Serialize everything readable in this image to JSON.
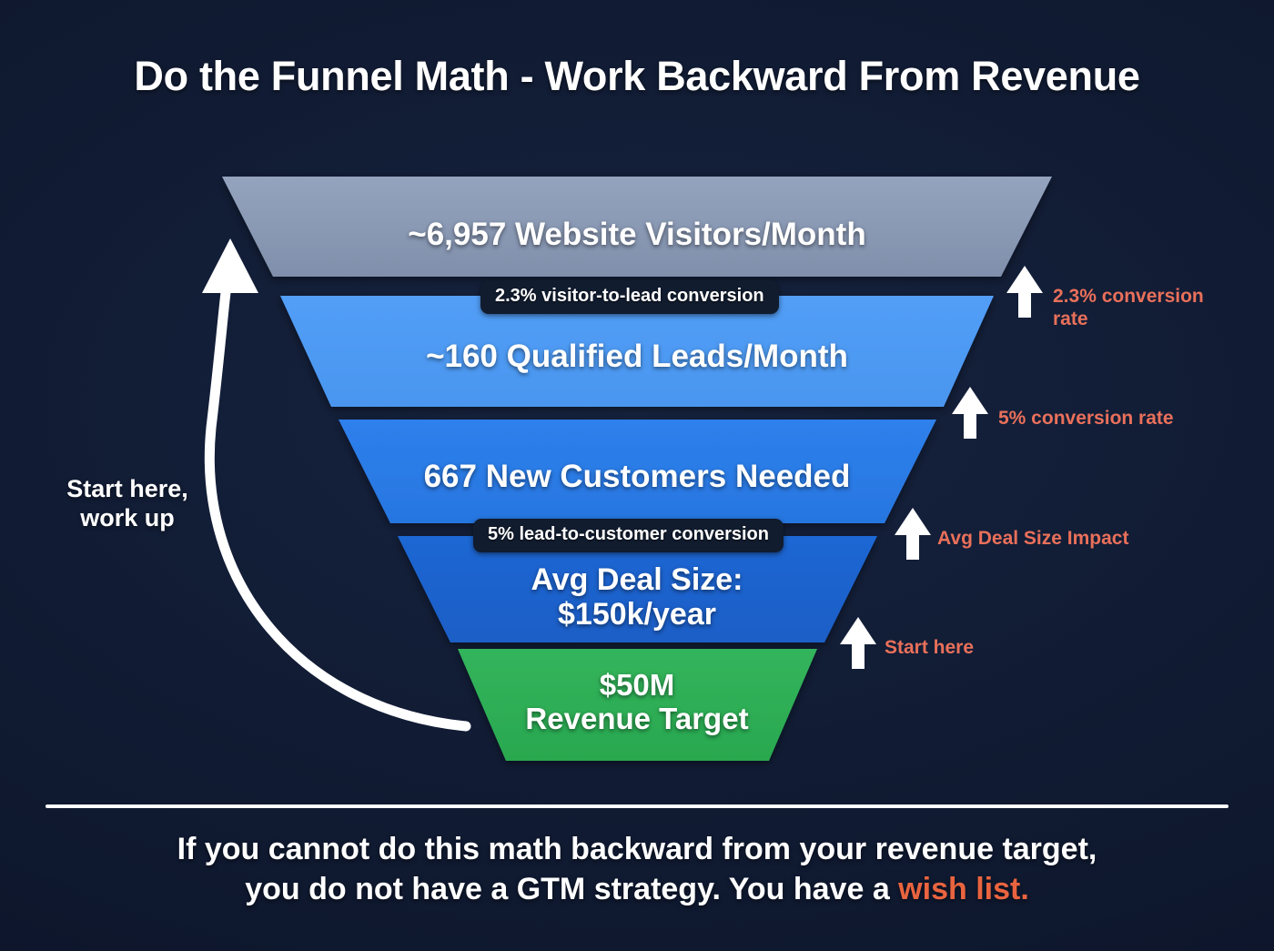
{
  "title": "Do the Funnel Math - Work Backward From Revenue",
  "colors": {
    "background": "#101b33",
    "accent_orange": "#E9705A",
    "caption_highlight": "#E9643F",
    "segment_1": "#8c9cb8",
    "segment_2": "#4e9bf5",
    "segment_3": "#2b7ce8",
    "segment_4": "#1a63cf",
    "segment_5": "#2eaf55",
    "badge_bg": "#111c2e",
    "arrow_white": "#ffffff"
  },
  "funnel": {
    "segments": [
      {
        "id": "website-visitors",
        "label": "~6,957 Website Visitors/Month",
        "color": "#8c9cb8",
        "value": 6957,
        "unit": "visitors/month"
      },
      {
        "id": "qualified-leads",
        "label": "~160 Qualified Leads/Month",
        "color": "#4e9bf5",
        "value": 160,
        "unit": "leads/month"
      },
      {
        "id": "new-customers",
        "label": "667 New Customers Needed",
        "color": "#2b7ce8",
        "value": 667,
        "unit": "customers"
      },
      {
        "id": "avg-deal-size",
        "label": "Avg Deal Size:\n$150k/year",
        "color": "#1a63cf",
        "value": 150000,
        "unit": "USD/year"
      },
      {
        "id": "revenue-target",
        "label": "$50M\nRevenue Target",
        "color": "#2eaf55",
        "value": 50000000,
        "unit": "USD"
      }
    ],
    "badges": [
      {
        "id": "visitor-to-lead",
        "label": "2.3% visitor-to-lead conversion",
        "rate": 2.3
      },
      {
        "id": "lead-to-customer",
        "label": "5% lead-to-customer conversion",
        "rate": 5
      }
    ]
  },
  "annotations": {
    "left_note": "Start here,\nwork up",
    "right": [
      {
        "id": "conversion-rate-2-3",
        "label": "2.3% conversion\nrate"
      },
      {
        "id": "conversion-rate-5",
        "label": "5% conversion rate"
      },
      {
        "id": "avg-deal-size-impact",
        "label": "Avg Deal Size Impact"
      },
      {
        "id": "start-here",
        "label": "Start here"
      }
    ]
  },
  "caption": {
    "line1": "If you cannot do this math backward from your revenue target,",
    "line2_before": "you do not have a GTM strategy. You have a ",
    "line2_highlight": "wish list."
  },
  "chart_data": {
    "type": "funnel",
    "title": "Do the Funnel Math - Work Backward From Revenue",
    "direction": "bottom-up",
    "stages": [
      {
        "name": "Website Visitors/Month",
        "value": 6957,
        "display": "~6,957"
      },
      {
        "name": "Qualified Leads/Month",
        "value": 160,
        "display": "~160"
      },
      {
        "name": "New Customers Needed",
        "value": 667,
        "display": "667"
      },
      {
        "name": "Avg Deal Size",
        "value": 150000,
        "display": "$150k/year"
      },
      {
        "name": "Revenue Target",
        "value": 50000000,
        "display": "$50M"
      }
    ],
    "conversion_rates": [
      {
        "from": "Website Visitors/Month",
        "to": "Qualified Leads/Month",
        "rate_pct": 2.3
      },
      {
        "from": "Qualified Leads/Month",
        "to": "New Customers Needed",
        "rate_pct": 5
      }
    ],
    "legend": [],
    "grid": false
  }
}
